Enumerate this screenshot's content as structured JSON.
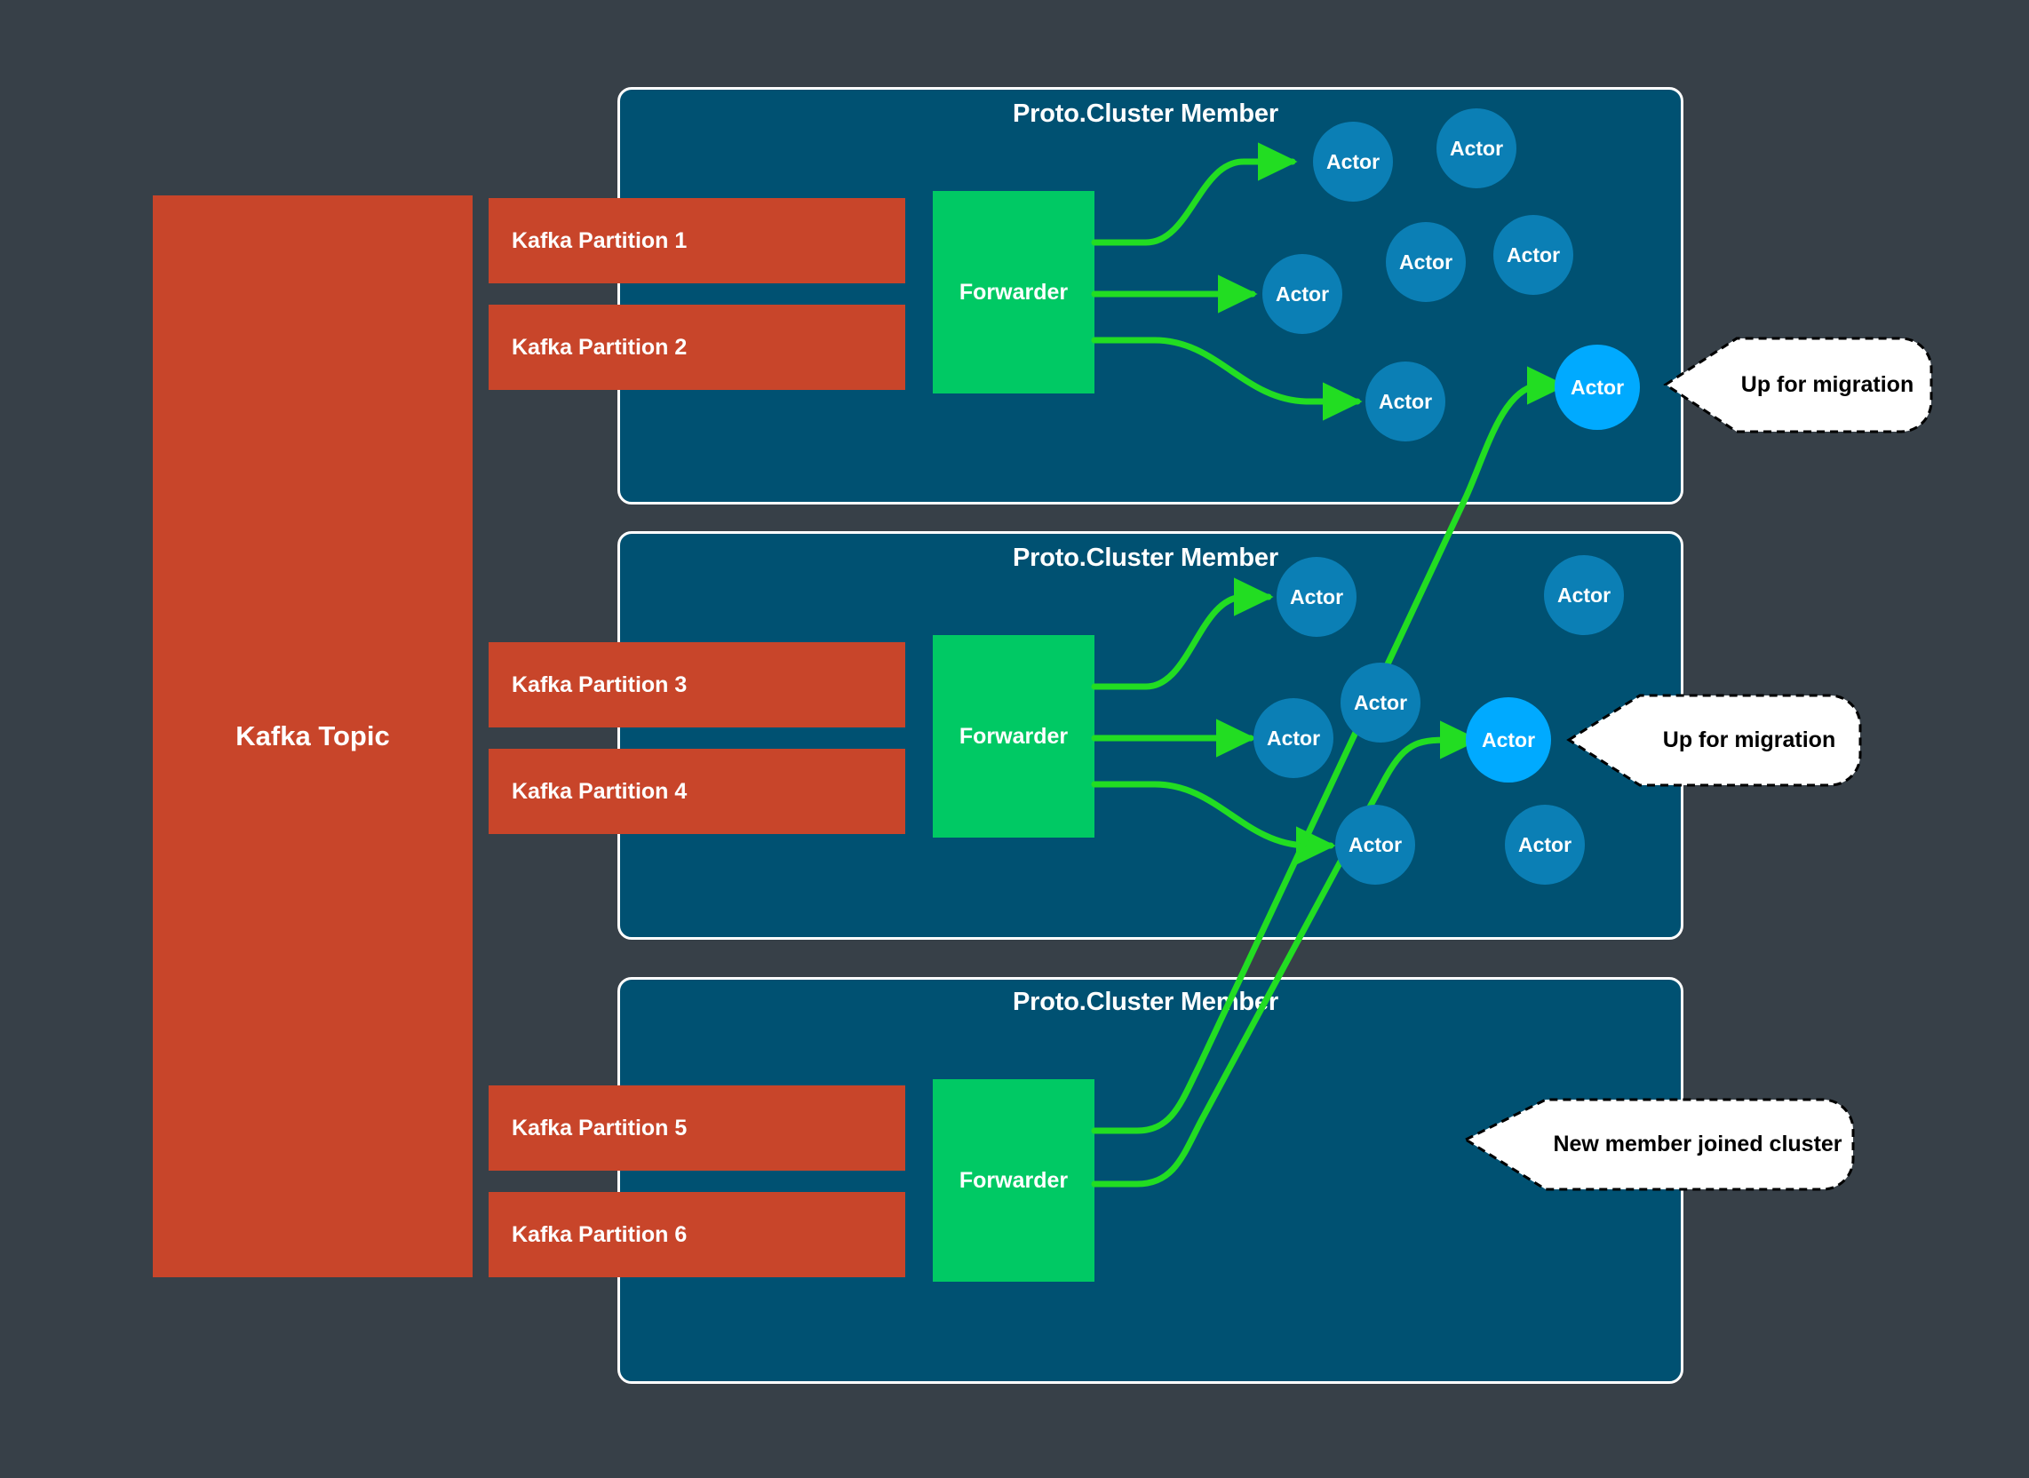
{
  "diagram": {
    "title": "Proto.Cluster Kafka partition to actor forwarding with actor migration",
    "background_color": "#374048",
    "colors": {
      "kafka": "#c8452a",
      "cluster": "#005172",
      "forwarder": "#00c964",
      "actor": "#0b7fb5",
      "actor_migrating": "#00aaff",
      "arrow": "#22dd22",
      "border": "#ffffff",
      "callout_fill": "#ffffff",
      "callout_text": "#000000"
    }
  },
  "kafka": {
    "topic_label": "Kafka Topic",
    "partitions": [
      {
        "label": "Kafka Partition 1"
      },
      {
        "label": "Kafka Partition 2"
      },
      {
        "label": "Kafka Partition 3"
      },
      {
        "label": "Kafka Partition 4"
      },
      {
        "label": "Kafka Partition 5"
      },
      {
        "label": "Kafka Partition 6"
      }
    ]
  },
  "clusters": [
    {
      "title": "Proto.Cluster Member",
      "forwarder_label": "Forwarder",
      "actors": [
        {
          "label": "Actor",
          "state": "normal"
        },
        {
          "label": "Actor",
          "state": "normal"
        },
        {
          "label": "Actor",
          "state": "normal"
        },
        {
          "label": "Actor",
          "state": "normal"
        },
        {
          "label": "Actor",
          "state": "normal"
        },
        {
          "label": "Actor",
          "state": "normal"
        },
        {
          "label": "Actor",
          "state": "migrating"
        }
      ]
    },
    {
      "title": "Proto.Cluster Member",
      "forwarder_label": "Forwarder",
      "actors": [
        {
          "label": "Actor",
          "state": "normal"
        },
        {
          "label": "Actor",
          "state": "normal"
        },
        {
          "label": "Actor",
          "state": "normal"
        },
        {
          "label": "Actor",
          "state": "normal"
        },
        {
          "label": "Actor",
          "state": "normal"
        },
        {
          "label": "Actor",
          "state": "normal"
        },
        {
          "label": "Actor",
          "state": "migrating"
        }
      ]
    },
    {
      "title": "Proto.Cluster Member",
      "forwarder_label": "Forwarder",
      "actors": []
    }
  ],
  "callouts": [
    {
      "text": "Up for migration"
    },
    {
      "text": "Up for migration"
    },
    {
      "text": "New member joined cluster"
    }
  ]
}
